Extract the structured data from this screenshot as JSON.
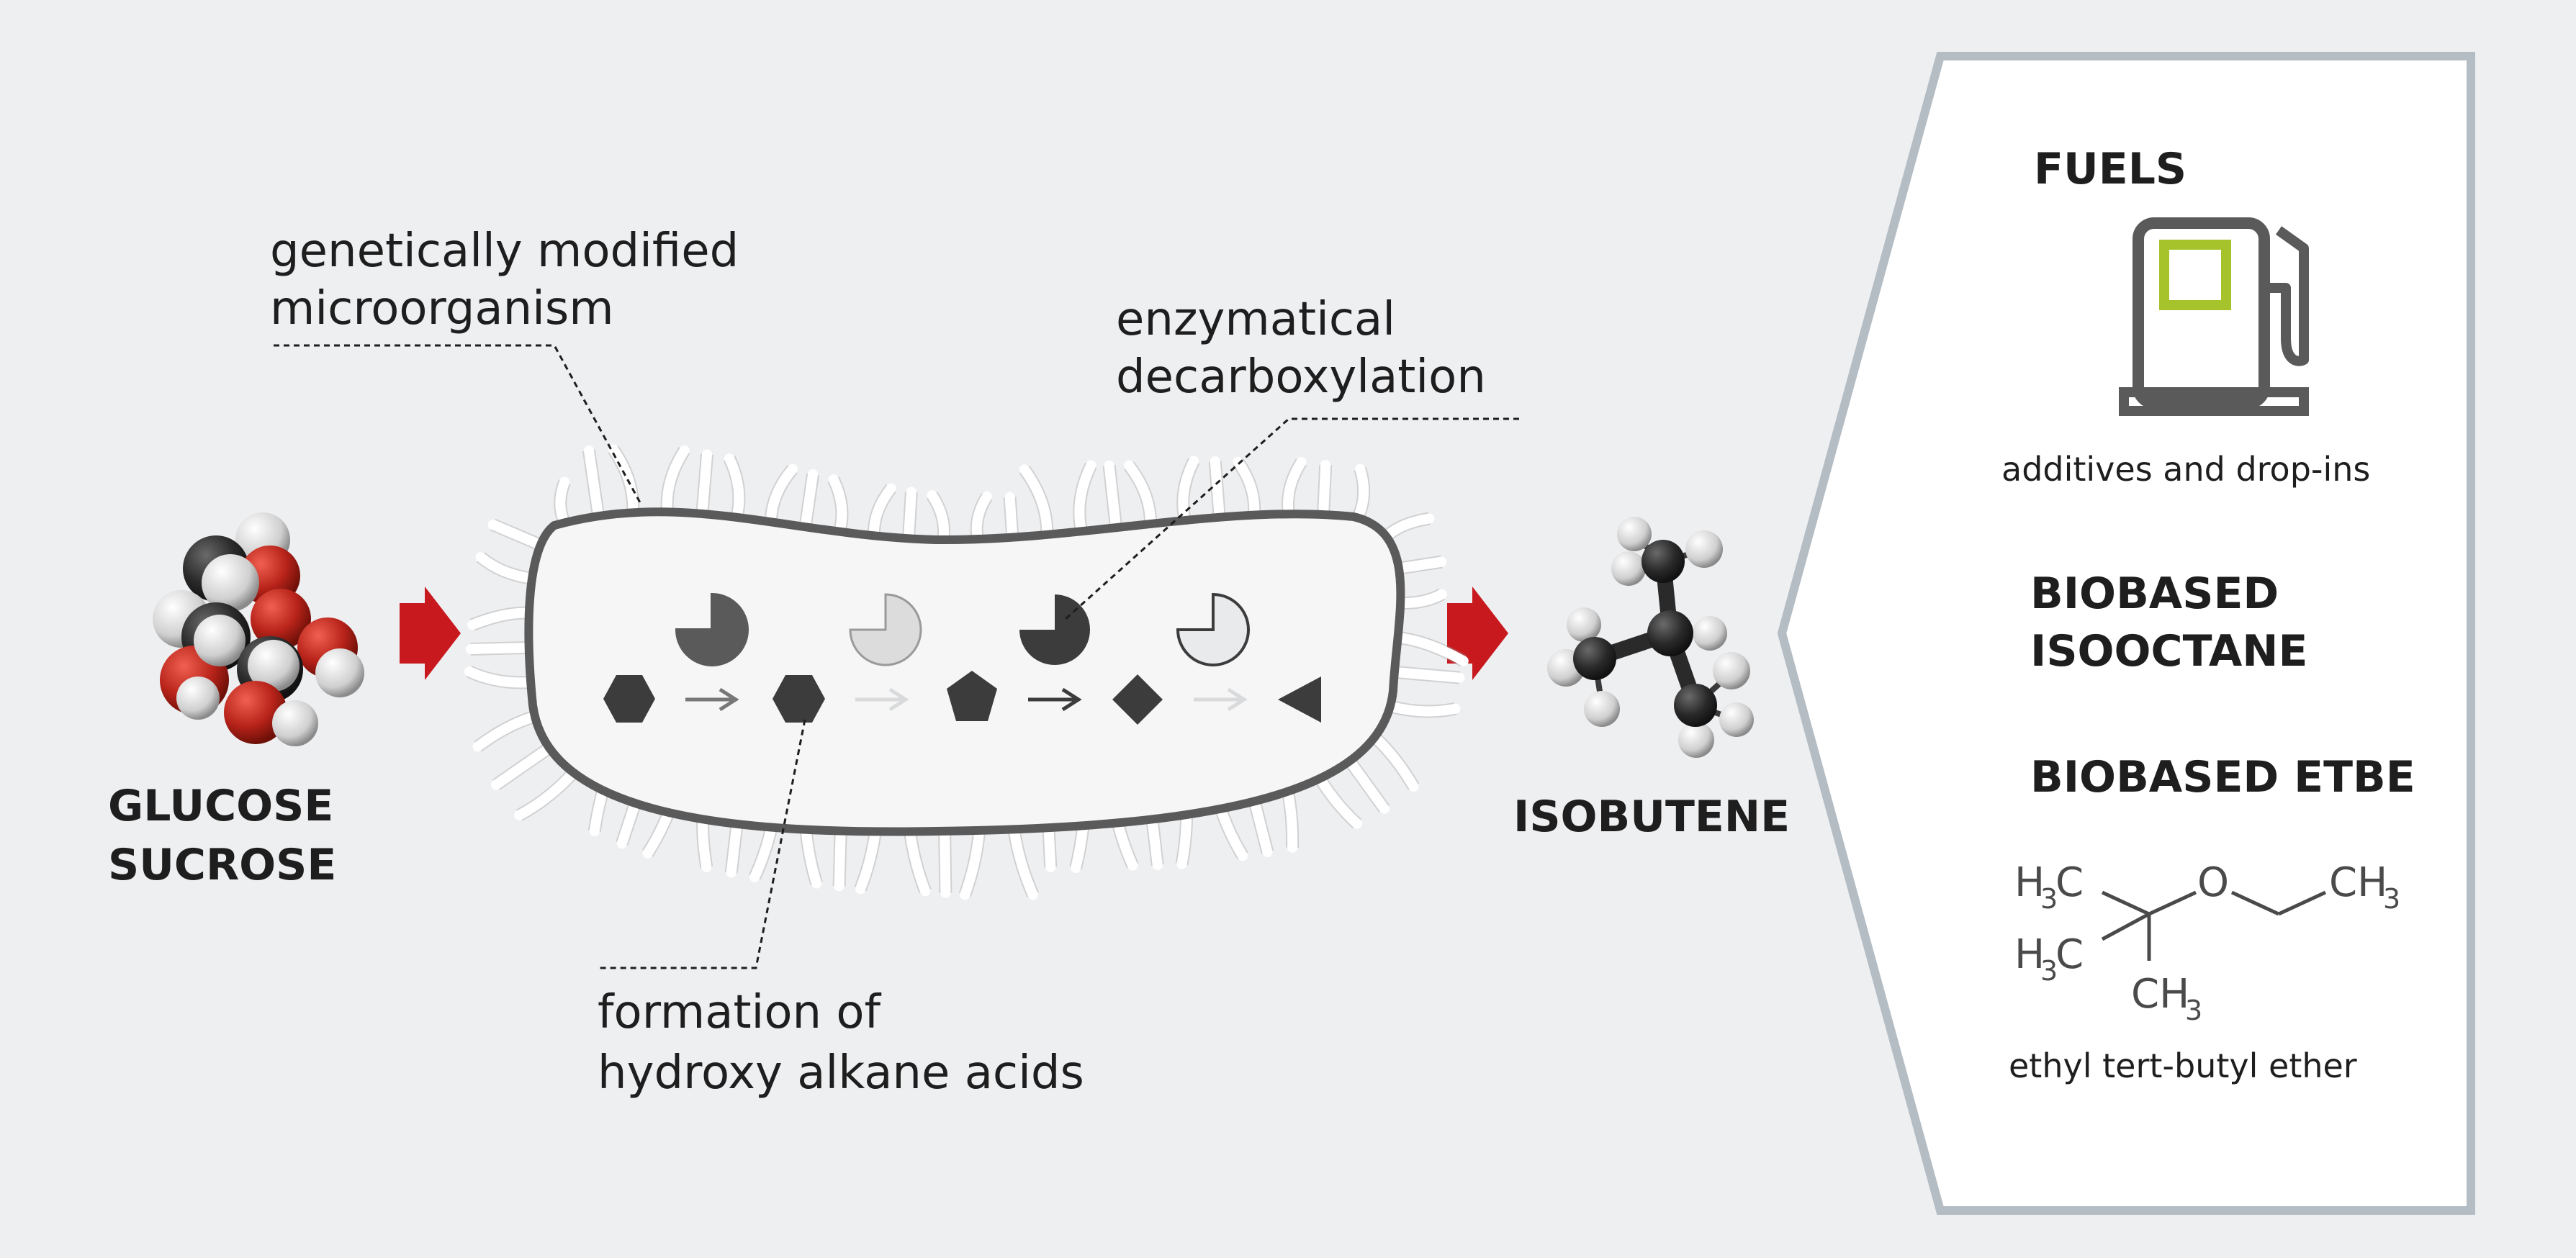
{
  "labels": {
    "microorganism_line1": "genetically modified",
    "microorganism_line2": "microorganism",
    "enzymatic_line1": "enzymatical",
    "enzymatic_line2": "decarboxylation",
    "formation_line1": "formation of",
    "formation_line2": "hydroxy alkane acids",
    "glucose": "GLUCOSE",
    "sucrose": "SUCROSE",
    "isobutene": "ISOBUTENE"
  },
  "products": {
    "fuels_title": "FUELS",
    "fuels_caption": "additives and drop-ins",
    "isooctane_line1": "BIOBASED",
    "isooctane_line2": "ISOOCTANE",
    "etbe_title": "BIOBASED ETBE",
    "etbe_caption": "ethyl tert-butyl ether",
    "formula": {
      "h": "H",
      "sub3": "3",
      "c": "C",
      "o": "O",
      "ch": "CH"
    }
  },
  "colors": {
    "background": "#eeeff1",
    "arrow_red": "#c8191e",
    "accent_green": "#a6c32c",
    "panel_border": "#b4bcc4",
    "cell_fill": "#f6f6f6",
    "cell_wall": "#5a5a5a",
    "dark_shape": "#3c3c3c"
  },
  "icons": [
    "glucose-molecule-icon",
    "isobutene-molecule-icon",
    "fuel-pump-icon",
    "enzyme-pie-icon"
  ]
}
